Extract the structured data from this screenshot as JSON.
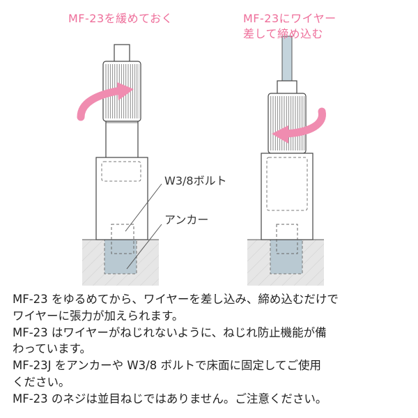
{
  "captions": {
    "loosen": "MF-23を緩めておく",
    "insert_line1": "MF-23にワイヤー",
    "insert_line2": "差して締め込む"
  },
  "parts": {
    "bolt": "W3/8ボルト",
    "anchor": "アンカー"
  },
  "notes": [
    "MF-23 をゆるめてから、ワイヤーを差し込み、締め込むだけで\nワイヤーに張力が加えられます。",
    "MF-23 はワイヤーがねじれないように、ねじれ防止機能が備\nわっています。",
    "MF-23J をアンカーや W3/8 ボルトで床面に固定してご使用\nください。",
    "MF-23 のネジは並目ねじではありません。ご注意ください。"
  ],
  "colors": {
    "caption": "#ee6e9a",
    "arrow": "#f08cb0",
    "floor": "#e6e6e6",
    "anchor_fill": "#b9c9d2",
    "wire": "#c4d4dc"
  }
}
